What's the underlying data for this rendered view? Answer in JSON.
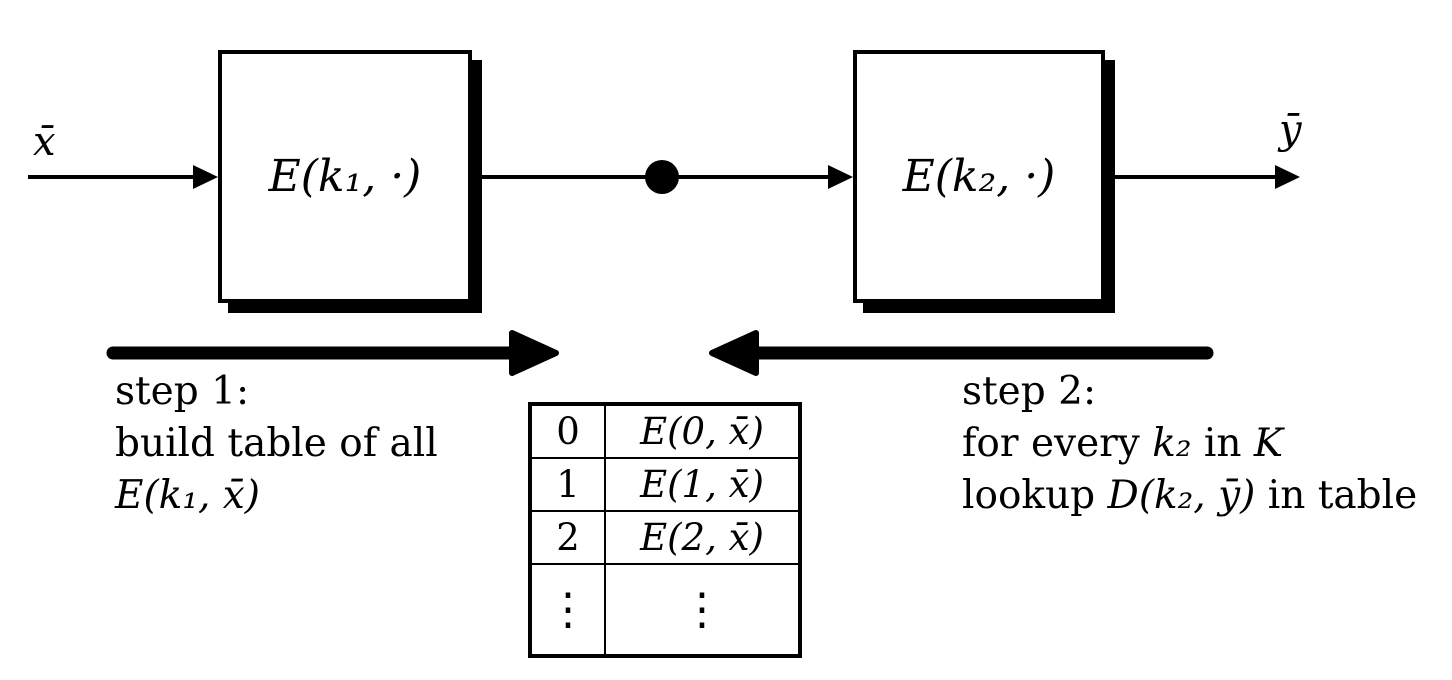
{
  "diagram": {
    "title_semantic": "meet-in-the-middle attack on double encryption",
    "input_label": "x̄",
    "output_label": "ȳ",
    "box1_label": "E(k₁, ·)",
    "box2_label": "E(k₂, ·)",
    "step1": {
      "line1": "step 1:",
      "line2": "build table of all",
      "line3_math": "E(k₁, x̄)"
    },
    "step2": {
      "line1": "step 2:",
      "line2_prefix": "for every ",
      "line2_math": "k₂",
      "line2_mid": " in ",
      "line2_keyspace": "K",
      "line3_prefix": "lookup ",
      "line3_math": "D(k₂, ȳ)",
      "line3_suffix": " in table"
    },
    "table": {
      "rows": [
        {
          "key": "0",
          "value": "E(0, x̄)"
        },
        {
          "key": "1",
          "value": "E(1, x̄)"
        },
        {
          "key": "2",
          "value": "E(2, x̄)"
        },
        {
          "key": "⋮",
          "value": "⋮"
        }
      ]
    },
    "colors": {
      "ink": "#000000",
      "background": "#ffffff"
    }
  }
}
